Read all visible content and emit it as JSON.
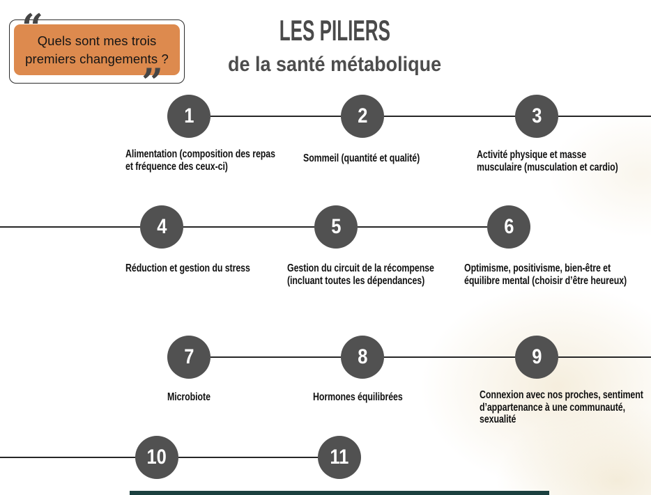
{
  "callout": {
    "text": "Quels sont mes trois premiers changements ?",
    "open_quote": "“",
    "close_quote": "”"
  },
  "title": {
    "main": "LES PILIERS",
    "subtitle": "de la santé métabolique"
  },
  "pillars": [
    {
      "number": "1",
      "label": "Alimentation (composition des repas\net fréquence des ceux-ci)"
    },
    {
      "number": "2",
      "label": "Sommeil (quantité et qualité)"
    },
    {
      "number": "3",
      "label": "Activité physique et masse\nmusculaire (musculation et cardio)"
    },
    {
      "number": "4",
      "label": "Réduction et gestion du stress"
    },
    {
      "number": "5",
      "label": "Gestion du circuit de la récompense\n(incluant toutes les dépendances)"
    },
    {
      "number": "6",
      "label": "Optimisme, positivisme, bien-être et\néquilibre mental (choisir d’être heureux)"
    },
    {
      "number": "7",
      "label": "Microbiote"
    },
    {
      "number": "8",
      "label": "Hormones équilibrées"
    },
    {
      "number": "9",
      "label": "Connexion avec nos proches, sentiment\nd’appartenance à une communauté,\nsexualité"
    },
    {
      "number": "10",
      "label": ""
    },
    {
      "number": "11",
      "label": ""
    }
  ],
  "colors": {
    "circle": "#515151",
    "callout_bg": "#dd8a4e",
    "accent_bar": "#1b403f",
    "title_text": "#4a4a4a",
    "line": "#262626"
  }
}
